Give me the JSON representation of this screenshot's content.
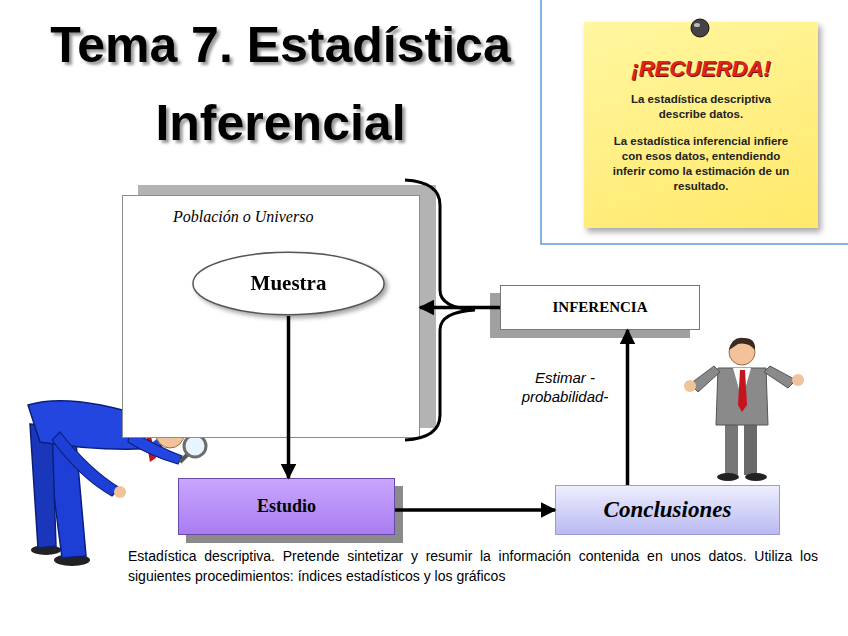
{
  "diagram": {
    "title": "Tema 7. Estadística Inferencial",
    "caption": "Estadística descriptiva. Pretende sintetizar y resumir la información contenida en unos datos. Utiliza los siguientes procedimientos: índices estadísticos y los gráficos",
    "nodes": [
      {
        "text": [
          "¡RECUERDA!",
          "La estadística descriptiva describe datos.",
          "La estadística inferencial infiere con esos datos, entendiendo inferir como la estimación de un resultado."
        ]
      },
      {
        "text": [
          "Población o Universo"
        ]
      },
      {
        "text": [
          "Muestra"
        ],
        "in": 1
      },
      {
        "text": [
          "INFERENCIA"
        ]
      },
      {
        "text": [
          "Estudio"
        ]
      },
      {
        "text": [
          "Conclusiones"
        ]
      }
    ],
    "edges": [
      {
        "from": 2,
        "to": 4,
        "arrow": "to"
      },
      {
        "from": 4,
        "to": 5,
        "arrow": "to"
      },
      {
        "from": 5,
        "to": 3,
        "arrow": "to"
      },
      {
        "from": 3,
        "to": 1,
        "arrow": "to"
      }
    ],
    "labels": [
      "Estimar -probabilidad-"
    ]
  }
}
